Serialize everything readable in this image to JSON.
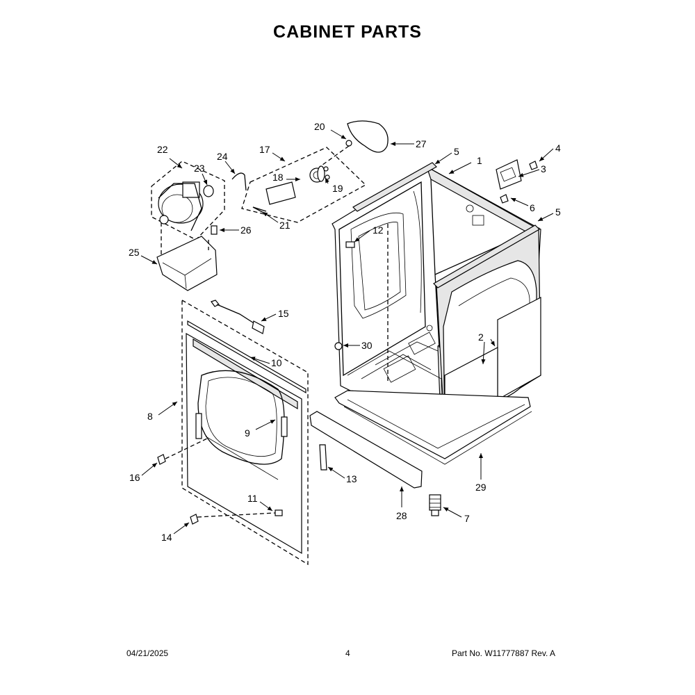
{
  "title": "CABINET PARTS",
  "callouts": [
    "1",
    "2",
    "3",
    "4",
    "5",
    "5",
    "6",
    "7",
    "8",
    "9",
    "10",
    "11",
    "12",
    "13",
    "14",
    "15",
    "16",
    "17",
    "18",
    "19",
    "20",
    "21",
    "22",
    "23",
    "24",
    "25",
    "26",
    "27",
    "28",
    "29",
    "30"
  ],
  "footer": {
    "date": "04/21/2025",
    "page": "4",
    "part": "Part No.  W11777887  Rev.  A"
  }
}
